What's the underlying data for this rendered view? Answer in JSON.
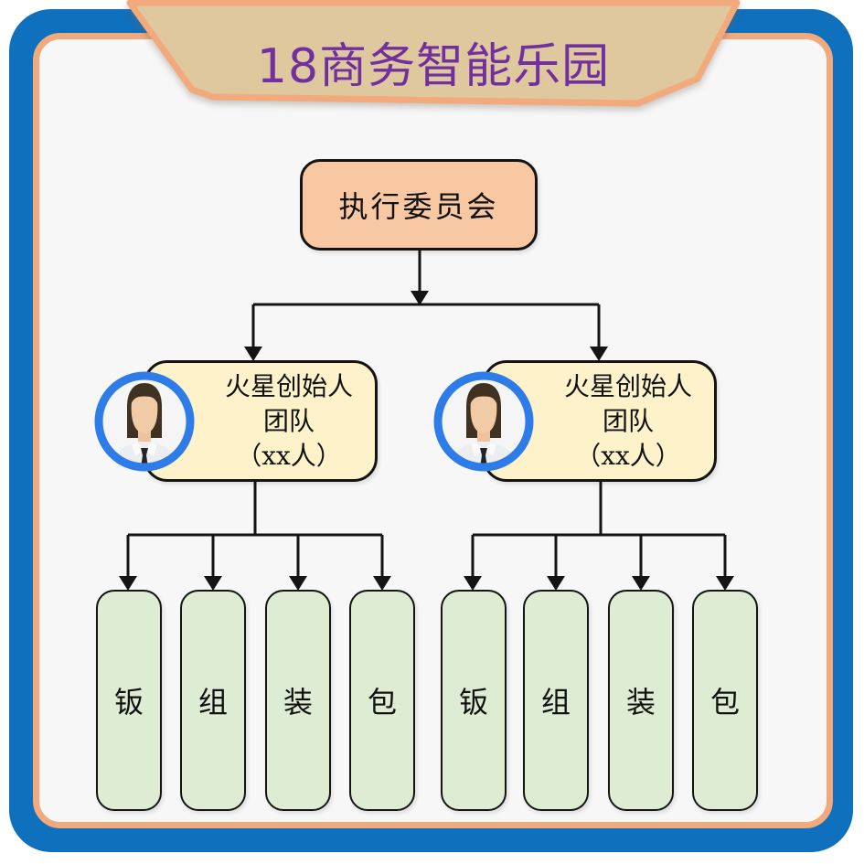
{
  "banner": {
    "title": "18商务智能乐园"
  },
  "org_chart": {
    "root": {
      "label": "执行委员会"
    },
    "teams": [
      {
        "avatar": "male-avatar-icon",
        "lines": [
          "火星创始人",
          "团队",
          "（xx人）"
        ],
        "children": [
          "钣",
          "组",
          "装",
          "包"
        ]
      },
      {
        "avatar": "male-avatar-icon",
        "lines": [
          "火星创始人",
          "团队",
          "（xx人）"
        ],
        "children": [
          "钣",
          "组",
          "装",
          "包"
        ]
      }
    ]
  },
  "colors": {
    "frame_blue": "#0f70bd",
    "accent_orange": "#f2a97c",
    "banner_fill": "#dfc89e",
    "title_purple": "#7030a0",
    "root_box_fill": "#f8c8a2",
    "team_box_fill": "#fdf2ca",
    "leaf_box_fill": "#dfecd4",
    "avatar_ring_blue": "#2e7ce8",
    "connector_black": "#141414",
    "content_background": "#f7f7f8"
  }
}
